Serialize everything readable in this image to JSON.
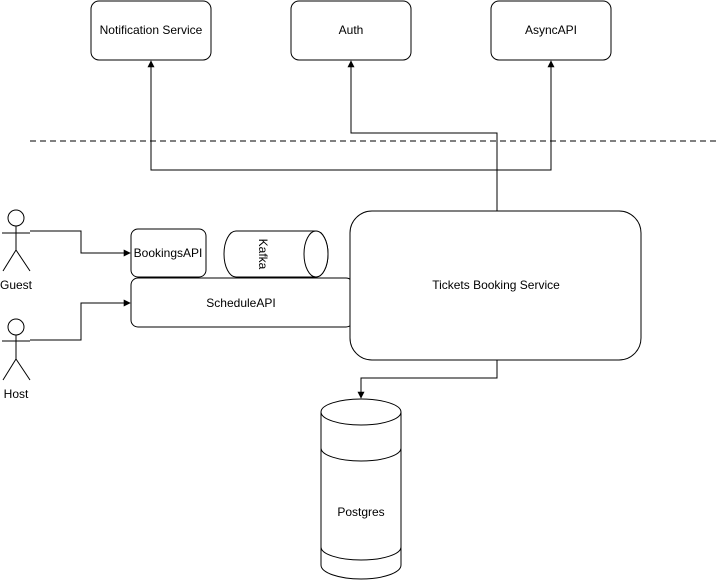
{
  "nodes": {
    "notification_service": "Notification Service",
    "auth": "Auth",
    "asyncapi": "AsyncAPI",
    "bookings_api": "BookingsAPI",
    "kafka": "Kafka",
    "schedule_api": "ScheduleAPI",
    "tickets_booking_service": "Tickets Booking Service",
    "postgres": "Postgres"
  },
  "actors": {
    "guest": "Guest",
    "host": "Host"
  },
  "colors": {
    "stroke": "#000000",
    "fill": "#ffffff",
    "text": "#000000"
  }
}
